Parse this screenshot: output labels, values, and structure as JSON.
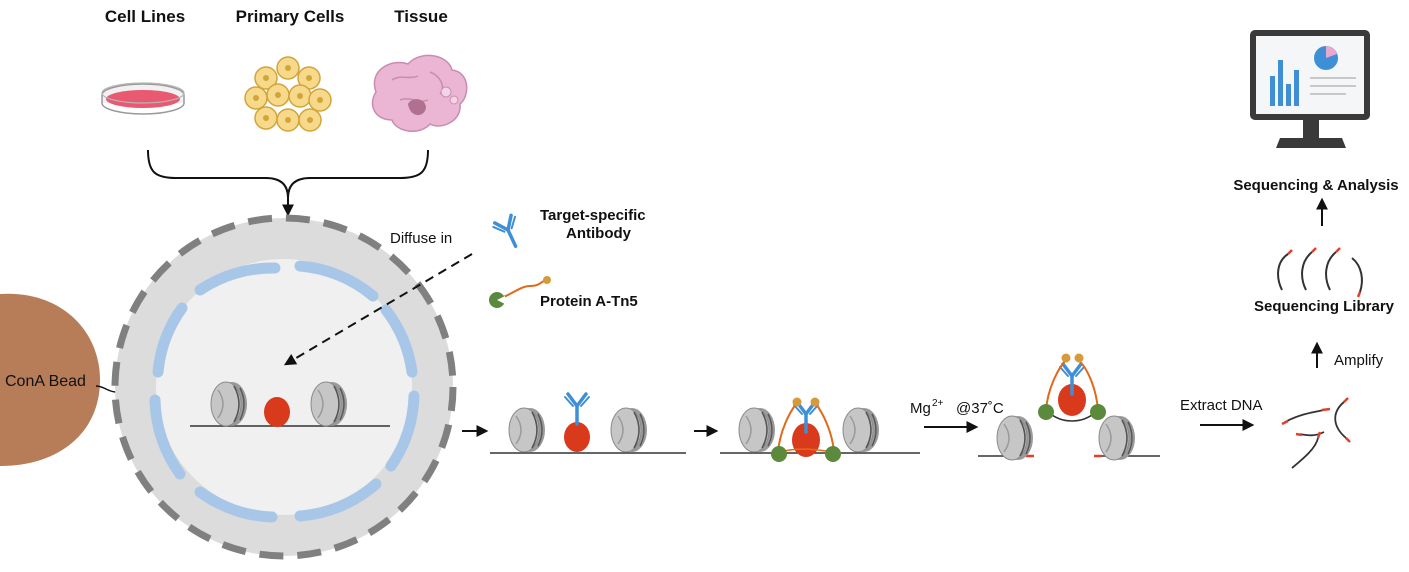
{
  "sources": {
    "cell_lines": "Cell Lines",
    "primary_cells": "Primary Cells",
    "tissue": "Tissue"
  },
  "labels": {
    "bead": "ConA Bead",
    "diffuse": "Diffuse in",
    "antibody_line1": "Target-specific",
    "antibody_line2": "Antibody",
    "protein": "Protein A-Tn5",
    "mg": "Mg",
    "mg_sup": "2+",
    "temp": "@37˚C",
    "extract": "Extract DNA",
    "amplify": "Amplify",
    "library": "Sequencing Library",
    "analysis": "Sequencing & Analysis"
  },
  "colors": {
    "nucleus": "#d9d9d9",
    "nucleus_border": "#808080",
    "envelope": "#a8c7e8",
    "bead": "#b77c58",
    "target_protein": "#d93a1c",
    "antibody": "#3f8fd6",
    "tn5_linker": "#e06a1a",
    "tn5_head": "#5c8a3c",
    "tn5_ball": "#d69a3c",
    "histone": "#c6c6c6",
    "dna": "#333333",
    "dna_end": "#e0402a"
  }
}
